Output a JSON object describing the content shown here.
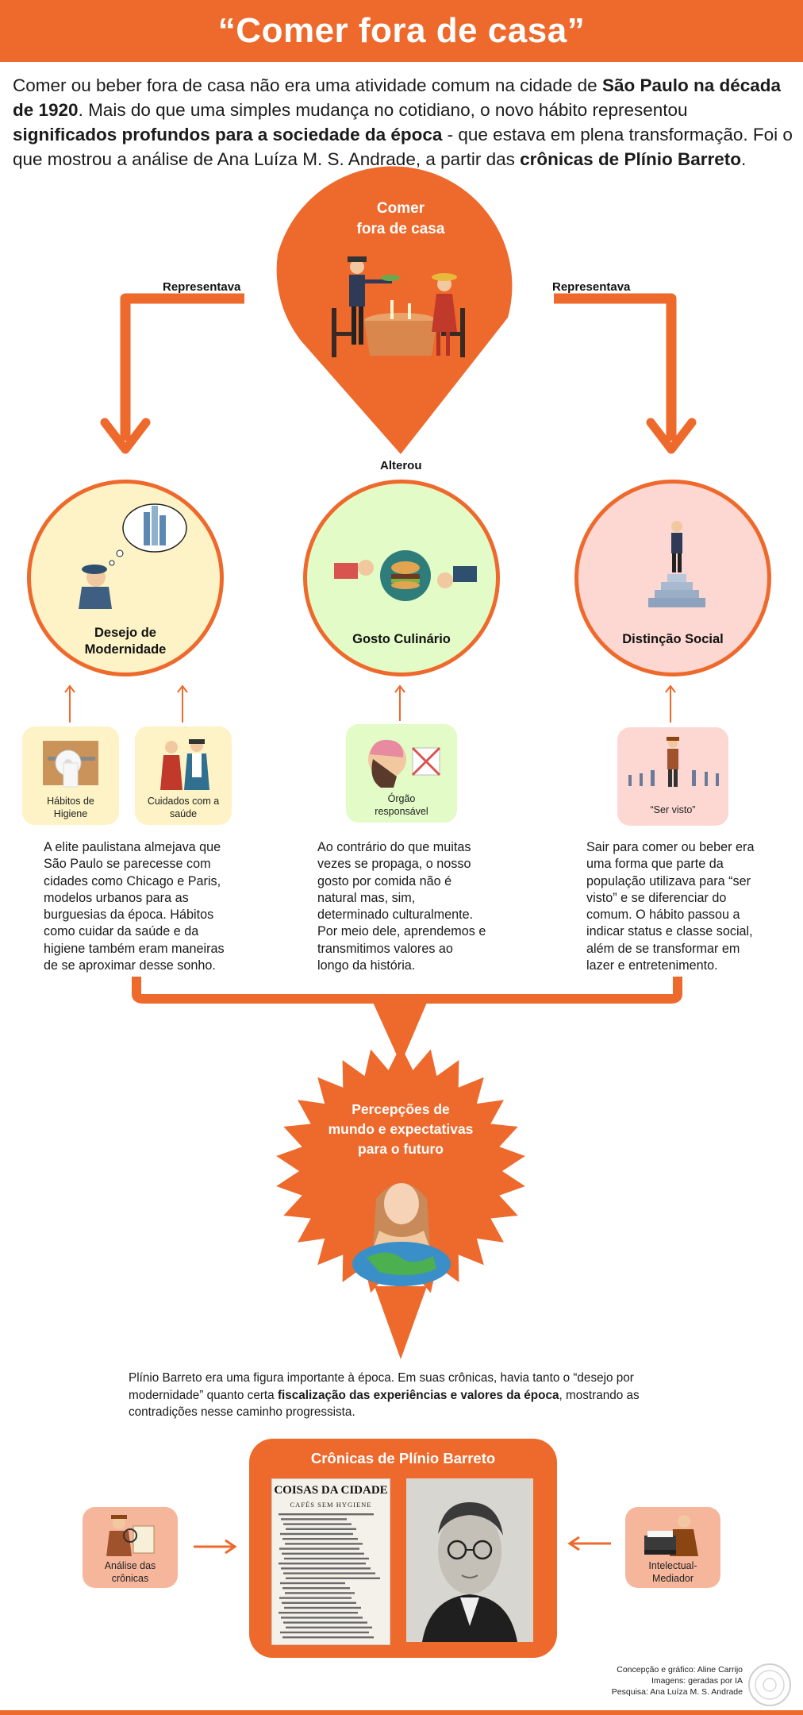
{
  "header": {
    "title": "“Comer fora de casa”"
  },
  "intro": {
    "p1": "Comer ou beber fora de casa não era uma atividade comum na cidade de ",
    "b1": "São Paulo na década de 1920",
    "p2": ". Mais do que uma simples mudança no cotidiano, o novo hábito representou ",
    "b2": "significados profundos para a sociedade da época",
    "p3": " - que estava em plena transformação. Foi o que mostrou a análise de Ana Luíza M. S. Andrade, a partir das ",
    "b3": "crônicas de Plínio Barreto",
    "p4": "."
  },
  "top_node": {
    "line1": "Comer",
    "line2": "fora de casa"
  },
  "connectors": {
    "left": "Representava",
    "right": "Representava",
    "middle": "Alterou"
  },
  "nodes": {
    "modernidade": {
      "line1": "Desejo de",
      "line2": "Modernidade"
    },
    "gosto": {
      "label": "Gosto Culinário"
    },
    "distincao": {
      "label": "Distinção Social"
    }
  },
  "sub_boxes": {
    "higiene": {
      "line1": "Hábitos de",
      "line2": "Higiene"
    },
    "saude": {
      "line1": "Cuidados com a",
      "line2": "saúde"
    },
    "orgao": {
      "line1": "Órgão",
      "line2": "responsável"
    },
    "visto": {
      "label": "“Ser visto”"
    }
  },
  "texts": {
    "left": [
      "A  elite paulistana almejava que",
      "São Paulo se parecesse com",
      "cidades como Chicago e Paris,",
      "modelos urbanos para as",
      "burguesias da época. Hábitos",
      "como cuidar da saúde e da",
      "higiene também eram maneiras",
      "de se aproximar desse sonho."
    ],
    "middle": [
      "Ao contrário do que muitas",
      "vezes se propaga, o nosso",
      "gosto por comida  não é",
      "natural mas, sim,",
      "determinado culturalmente.",
      "Por meio dele, aprendemos e",
      "transmitimos valores ao",
      "longo da história."
    ],
    "right": [
      "Sair para comer ou beber era",
      "uma forma que parte da",
      "população utilizava para “ser",
      "visto” e se diferenciar do",
      "comum. O hábito passou a",
      "indicar status e classe social,",
      "além de se transformar em",
      "lazer e entretenimento."
    ]
  },
  "star_node": {
    "line1": "Percepções de",
    "line2": "mundo e expectativas",
    "line3": "para o futuro"
  },
  "plinio_text": {
    "p1": "Plínio Barreto era uma figura importante à época. Em suas crônicas, havia tanto o “desejo por",
    "p2": "modernidade” quanto certa ",
    "b1": "fiscalização das experiências e valores da época",
    "p3": ", mostrando as",
    "p4": "contradições nesse caminho progressista."
  },
  "cronicas": {
    "title": "Crônicas de Plínio Barreto",
    "newspaper_head": "COISAS DA CIDADE",
    "newspaper_sub": "CAFÉS SEM HYGIENE"
  },
  "side_boxes": {
    "analise": {
      "line1": "Análise das",
      "line2": "crônicas"
    },
    "intelectual": {
      "line1": "Intelectual-",
      "line2": "Mediador"
    }
  },
  "credits": {
    "c1": "Concepção e gráfico: Aline Carrijo",
    "c2": "Imagens: geradas por IA",
    "c3": "Pesquisa: Ana Luíza M. S. Andrade"
  },
  "colors": {
    "brand_orange": "#ee692c",
    "yellow_box": "#fdf3c6",
    "green_box": "#e3fbc6",
    "pink_box": "#fdd7d2",
    "salmon_box": "#f6b69b"
  }
}
